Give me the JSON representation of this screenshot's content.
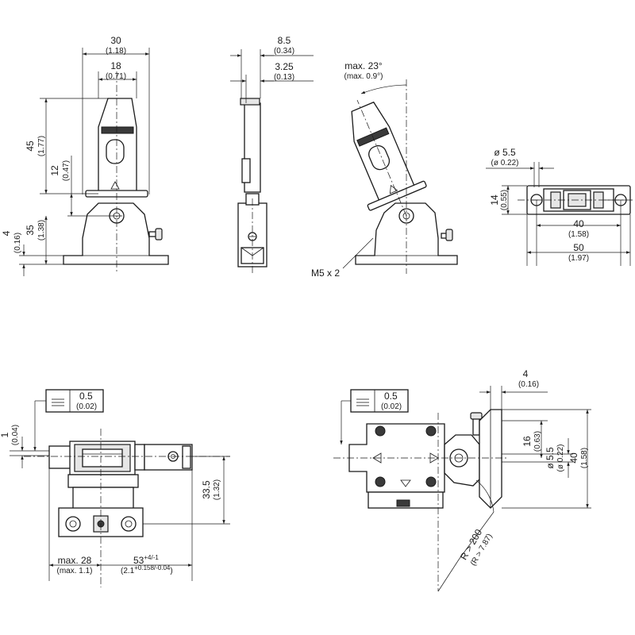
{
  "dims": {
    "w30": "30",
    "w30_in": "(1.18)",
    "w18": "18",
    "w18_in": "(0.71)",
    "h45": "45",
    "h45_in": "(1.77)",
    "h12": "12",
    "h12_in": "(0.47)",
    "h35": "35",
    "h35_in": "(1.38)",
    "h4": "4",
    "h4_in": "(0.16)",
    "d85": "8.5",
    "d85_in": "(0.34)",
    "d325": "3.25",
    "d325_in": "(0.13)",
    "maxang": "max. 23°",
    "maxang_in": "(max. 0.9°)",
    "m5": "M5 x 2",
    "dia55": "ø 5.5",
    "dia55_in": "(ø 0.22)",
    "h14": "14",
    "h14_in": "(0.55)",
    "w40": "40",
    "w40_in": "(1.58)",
    "w50": "50",
    "w50_in": "(1.97)",
    "flat1": "0.5",
    "flat1_in": "(0.02)",
    "v1": "1",
    "v1_in": "(0.04)",
    "h335": "33.5",
    "h335_in": "(1.32)",
    "max28": "max. 28",
    "max28_in": "(max. 1.1)",
    "d53": "53",
    "d53_tol": "+4/-1",
    "d53_in": "(2.1",
    "d53_in_tol": "+0.158/-0.04",
    "d53_in_close": ")",
    "flat2": "0.5",
    "flat2_in": "(0.02)",
    "d4": "4",
    "d4_in": "(0.16)",
    "h16": "16",
    "h16_in": "(0.63)",
    "dia55b": "ø 5.5",
    "dia55b_in": "(ø 0.22)",
    "h40": "40",
    "h40_in": "(1.58)",
    "r200": "R > 200",
    "r200_in": "(R > 7.87)"
  }
}
